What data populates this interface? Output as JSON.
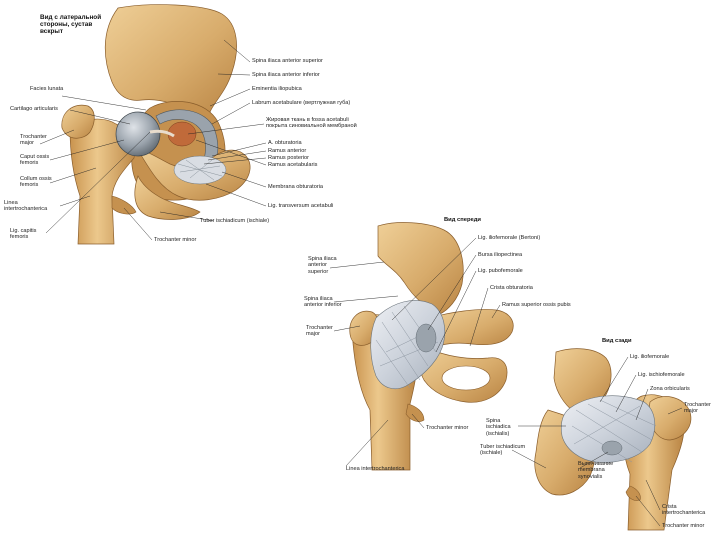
{
  "views": {
    "lateral": {
      "title_lines": [
        "Вид с латеральной",
        "стороны, сустав",
        "вскрыт"
      ],
      "labels_left": [
        [
          "Facies lunata"
        ],
        [
          "Cartilago articularis"
        ],
        [
          "Trochanter",
          "major"
        ],
        [
          "Caput ossis",
          "femoris"
        ],
        [
          "Collum ossis",
          "femoris"
        ],
        [
          "Linea",
          "intertrochanterica"
        ],
        [
          "Lig. capitis",
          "femoris"
        ]
      ],
      "labels_right": [
        [
          "Spina iliaca anterior superior"
        ],
        [
          "Spina iliaca anterior inferior"
        ],
        [
          "Eminentia iliopubica"
        ],
        [
          "Labrum acetabulare (вертлужная губа)"
        ],
        [
          "Жировая ткань в fossa acetabuli",
          "покрыта синовиальной мембраной"
        ],
        [
          "A. obturatoria"
        ],
        [
          "Ramus anterior"
        ],
        [
          "Ramus posterior"
        ],
        [
          "Ramus acetabularis"
        ],
        [
          "Membrana obturatoria"
        ],
        [
          "Lig. transversum acetabuli"
        ]
      ],
      "labels_bottom": [
        [
          "Tuber ischiadicum (ischiale)"
        ],
        [
          "Trochanter minor"
        ]
      ]
    },
    "anterior": {
      "title": "Вид спереди",
      "labels_right": [
        [
          "Lig. iliofemorale (Bertoni)"
        ],
        [
          "Bursa iliopectinea"
        ],
        [
          "Lig. pubofemorale"
        ],
        [
          "Crista obturatoria"
        ],
        [
          "Ramus superior ossis pubis"
        ]
      ],
      "labels_left": [
        [
          "Spina iliaca",
          "anterior",
          "superior"
        ],
        [
          "Spina iliaca",
          "anterior inferior"
        ],
        [
          "Trochanter",
          "major"
        ]
      ],
      "labels_bottom": [
        [
          "Trochanter minor"
        ],
        [
          "Linea intertrochanterica"
        ]
      ]
    },
    "posterior": {
      "title": "Вид сзади",
      "labels_right": [
        [
          "Lig. iliofemorale"
        ],
        [
          "Lig. ischiofemorale"
        ],
        [
          "Zona orbicularis"
        ],
        [
          "Trochanter",
          "major"
        ],
        [
          "Crista",
          "intertrochanterica"
        ],
        [
          "Trochanter minor"
        ]
      ],
      "labels_left": [
        [
          "Spina",
          "ischiadica",
          "(ischialis)"
        ],
        [
          "Tuber ischiadicum",
          "(ischiale)"
        ],
        [
          "Выпячивание",
          "membrana",
          "synovialis"
        ]
      ]
    }
  },
  "colors": {
    "bone": "#d8ac6c",
    "bone_shade": "#b98443",
    "bone_light": "#efcf97",
    "ligament": "#cdd3dc",
    "cartilage": "#9aa3ac",
    "leader": "#222222"
  }
}
